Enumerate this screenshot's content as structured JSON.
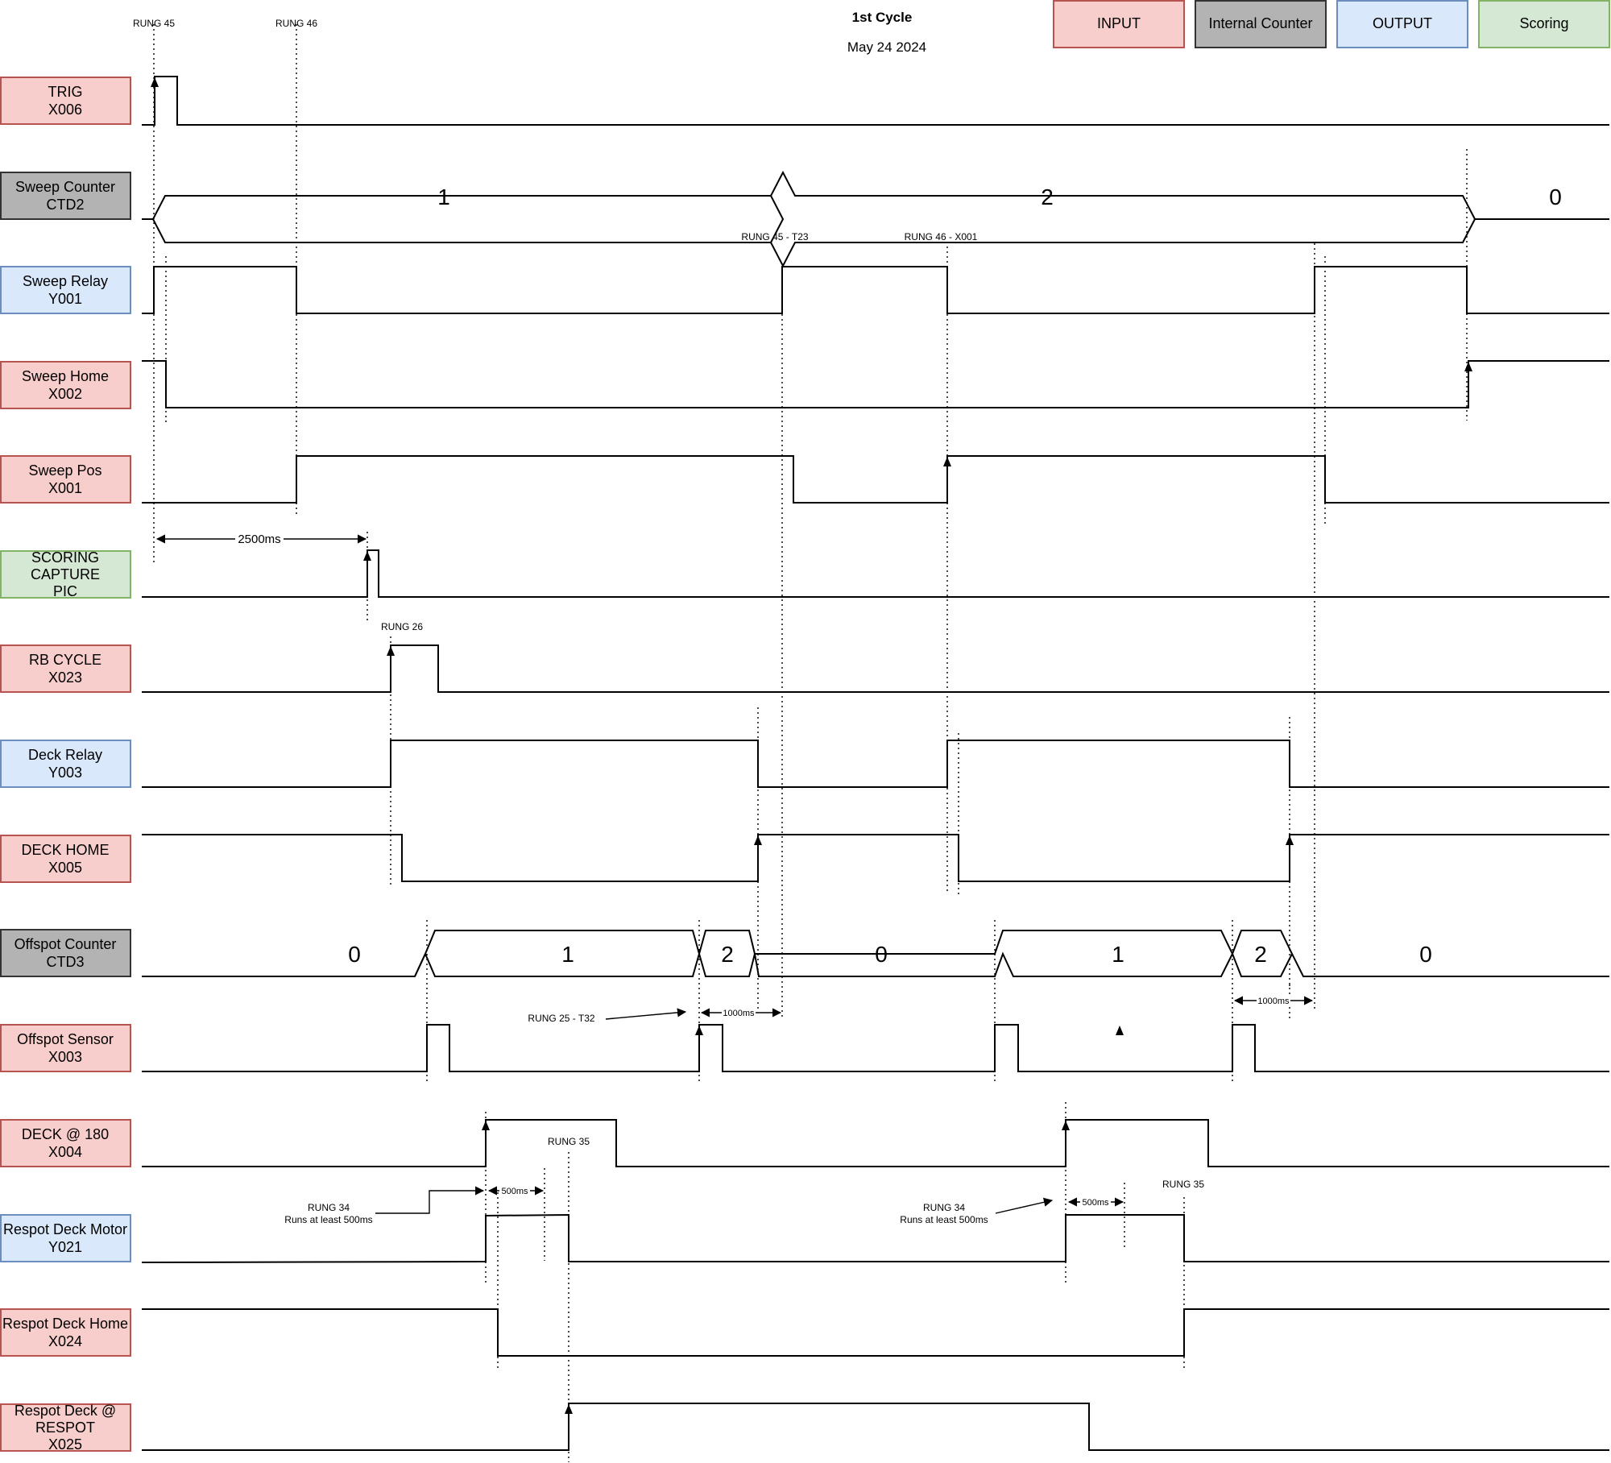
{
  "header": {
    "title": "1st Cycle",
    "date": "May 24 2024"
  },
  "legend": [
    {
      "label": "INPUT",
      "color": "#f8cecc",
      "stroke": "#b85450"
    },
    {
      "label": "Internal Counter",
      "color": "#b3b3b3",
      "stroke": "#333333"
    },
    {
      "label": "OUTPUT",
      "color": "#dae8fc",
      "stroke": "#6c8ebf"
    },
    {
      "label": "Scoring",
      "color": "#d5e8d4",
      "stroke": "#82b366"
    }
  ],
  "signals": [
    {
      "id": "trig",
      "lines": [
        "TRIG",
        "X006"
      ],
      "kind": "INPUT"
    },
    {
      "id": "sweep-counter",
      "lines": [
        "Sweep Counter",
        "CTD2"
      ],
      "kind": "Internal Counter"
    },
    {
      "id": "sweep-relay",
      "lines": [
        "Sweep Relay",
        "Y001"
      ],
      "kind": "OUTPUT"
    },
    {
      "id": "sweep-home",
      "lines": [
        "Sweep Home",
        "X002"
      ],
      "kind": "INPUT"
    },
    {
      "id": "sweep-pos",
      "lines": [
        "Sweep Pos",
        "X001"
      ],
      "kind": "INPUT"
    },
    {
      "id": "scoring-capture",
      "lines": [
        "SCORING",
        "CAPTURE",
        "PIC"
      ],
      "kind": "Scoring"
    },
    {
      "id": "rb-cycle",
      "lines": [
        "RB CYCLE",
        "X023"
      ],
      "kind": "INPUT"
    },
    {
      "id": "deck-relay",
      "lines": [
        "Deck Relay",
        "Y003"
      ],
      "kind": "OUTPUT"
    },
    {
      "id": "deck-home",
      "lines": [
        "DECK HOME",
        "X005"
      ],
      "kind": "INPUT"
    },
    {
      "id": "offspot-counter",
      "lines": [
        "Offspot Counter",
        "CTD3"
      ],
      "kind": "Internal Counter"
    },
    {
      "id": "offspot-sensor",
      "lines": [
        "Offspot Sensor",
        "X003"
      ],
      "kind": "INPUT"
    },
    {
      "id": "deck-180",
      "lines": [
        "DECK @ 180",
        "X004"
      ],
      "kind": "INPUT"
    },
    {
      "id": "respot-deck-motor",
      "lines": [
        "Respot Deck Motor",
        "Y021"
      ],
      "kind": "OUTPUT"
    },
    {
      "id": "respot-deck-home",
      "lines": [
        "Respot Deck Home",
        "X024"
      ],
      "kind": "INPUT"
    },
    {
      "id": "respot-deck-at-respot",
      "lines": [
        "Respot Deck @",
        "RESPOT",
        "X025"
      ],
      "kind": "INPUT"
    }
  ],
  "counters": {
    "sweep": [
      "1",
      "2",
      "0"
    ],
    "offspot": [
      "0",
      "1",
      "2",
      "0",
      "1",
      "2",
      "0"
    ]
  },
  "annotations": {
    "rung45": "RUNG 45",
    "rung46": "RUNG 46",
    "rung45_t23": "RUNG 45 - T23",
    "rung46_x001": "RUNG 46 - X001",
    "rung26": "RUNG 26",
    "rung25_t32": "RUNG 25 - T32",
    "rung35_a": "RUNG 35",
    "rung35_b": "RUNG 35",
    "rung34_a": [
      "RUNG 34",
      "Runs at least 500ms"
    ],
    "rung34_b": [
      "RUNG 34",
      "Runs at least 500ms"
    ],
    "t2500": "2500ms",
    "t1000_a": "1000ms",
    "t1000_b": "1000ms",
    "t500_a": "500ms",
    "t500_b": "500ms"
  }
}
